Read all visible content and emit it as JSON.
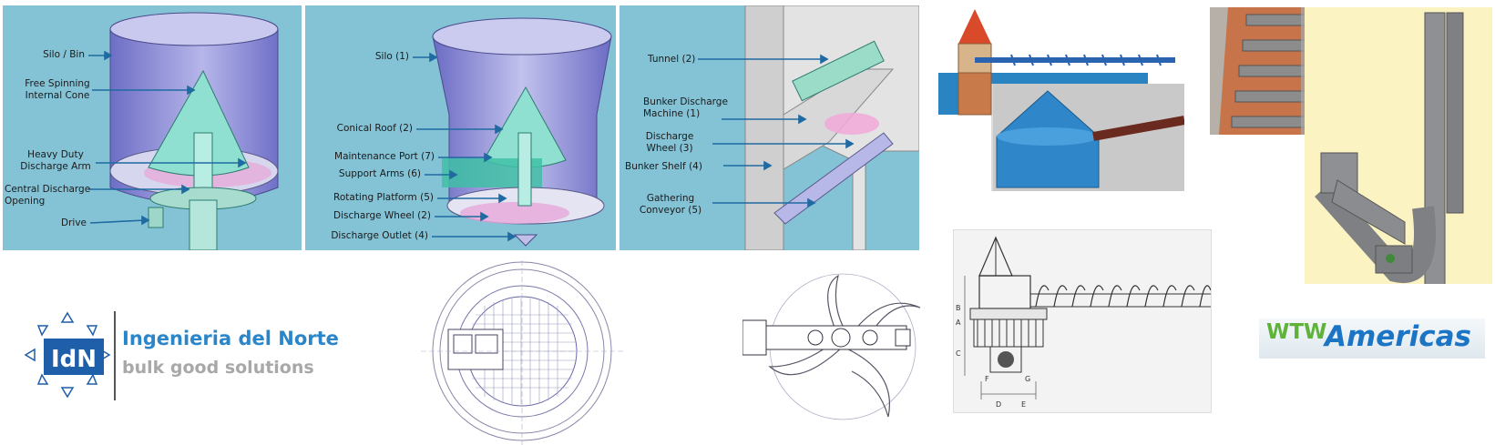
{
  "panel1": {
    "labels": [
      {
        "text": "Silo / Bin"
      },
      {
        "text": "Free Spinning"
      },
      {
        "text": "Internal Cone"
      },
      {
        "text": "Heavy Duty"
      },
      {
        "text": "Discharge Arm"
      },
      {
        "text": "Central Discharge"
      },
      {
        "text": "Opening"
      },
      {
        "text": "Drive"
      }
    ]
  },
  "panel2": {
    "labels": [
      {
        "text": "Silo (1)"
      },
      {
        "text": "Conical Roof (2)"
      },
      {
        "text": "Maintenance Port (7)"
      },
      {
        "text": "Support Arms (6)"
      },
      {
        "text": "Rotating Platform (5)"
      },
      {
        "text": "Discharge Wheel (2)"
      },
      {
        "text": "Discharge Outlet (4)"
      }
    ]
  },
  "panel3": {
    "labels": [
      {
        "text": "Tunnel (2)"
      },
      {
        "text": "Bunker Discharge"
      },
      {
        "text": "Machine (1)"
      },
      {
        "text": "Discharge"
      },
      {
        "text": "Wheel (3)"
      },
      {
        "text": "Bunker Shelf (4)"
      },
      {
        "text": "Gathering"
      },
      {
        "text": "Conveyor (5)"
      }
    ]
  },
  "drawing_letters": [
    "A",
    "B",
    "C",
    "D",
    "E",
    "F",
    "G"
  ],
  "logo_idn": {
    "title": "Ingenieria del Norte",
    "subtitle": "bulk good solutions",
    "mark": "IdN"
  },
  "logo_wtw": {
    "part1": "WTW",
    "part2": "Americas"
  },
  "colors": {
    "panel_bg": "#84c2d6",
    "silo": "#8e8ed6",
    "cone": "#6fcdbd",
    "arrow": "#1f6aa1",
    "idn_blue": "#2a86c9",
    "wtw_green": "#5fb23a",
    "wtw_blue": "#1c74c4"
  }
}
